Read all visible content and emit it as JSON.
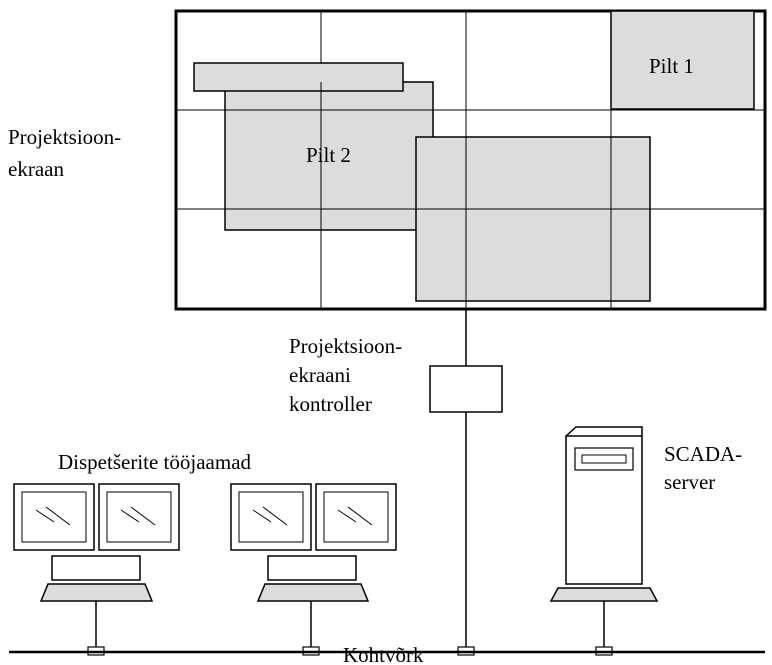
{
  "screen": {
    "label_line1": "Projektsioon-",
    "label_line2": "ekraan",
    "picture1": "Pilt 1",
    "picture2": "Pilt 2"
  },
  "controller": {
    "label_line1": "Projektsioon-",
    "label_line2": "ekraani",
    "label_line3": "kontroller"
  },
  "workstations": {
    "label": "Dispetšerite tööjaamad"
  },
  "server": {
    "label_line1": "SCADA-",
    "label_line2": "server"
  },
  "network": {
    "label": "Kohtvõrk"
  },
  "colors": {
    "panel_fill": "#dcdcdc",
    "line": "#000000",
    "background": "#ffffff"
  }
}
